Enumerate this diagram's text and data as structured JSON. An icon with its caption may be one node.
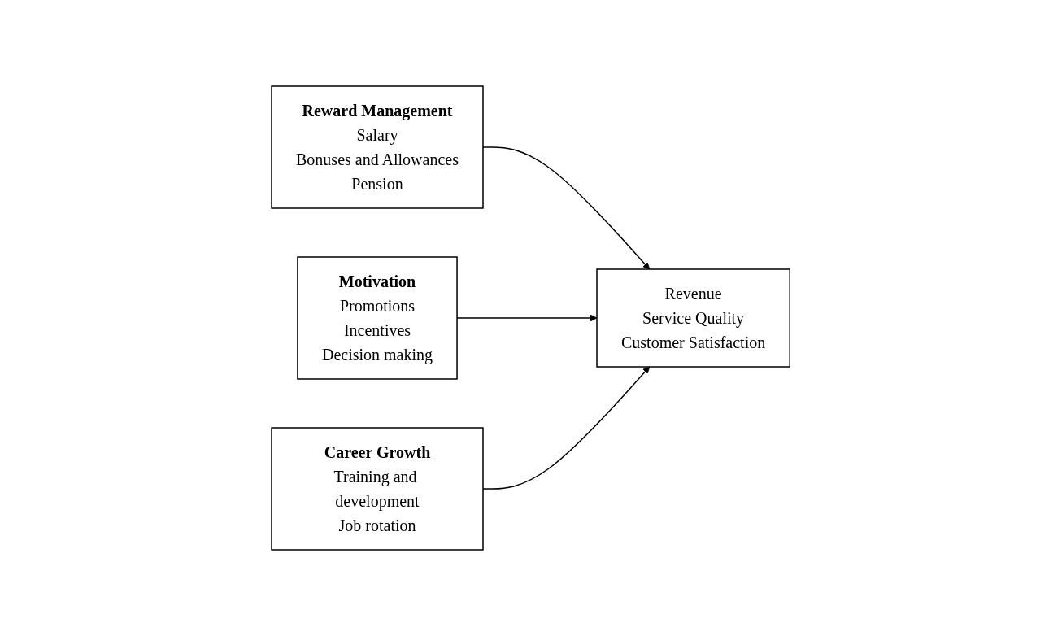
{
  "diagram": {
    "nodes": [
      {
        "text": [
          "Reward Management",
          "Salary",
          "Bonuses and Allowances",
          "Pension"
        ]
      },
      {
        "text": [
          "Motivation",
          "Promotions",
          "Incentives",
          "Decision making"
        ]
      },
      {
        "text": [
          "Career Growth",
          "Training and development",
          "Job rotation"
        ]
      },
      {
        "text": [
          "Revenue",
          "Service Quality",
          "Customer Satisfaction"
        ]
      }
    ],
    "edges": [
      {
        "from": 0,
        "to": 3,
        "arrow": "to"
      },
      {
        "from": 1,
        "to": 3,
        "arrow": "to"
      },
      {
        "from": 2,
        "to": 3,
        "arrow": "to"
      }
    ]
  }
}
